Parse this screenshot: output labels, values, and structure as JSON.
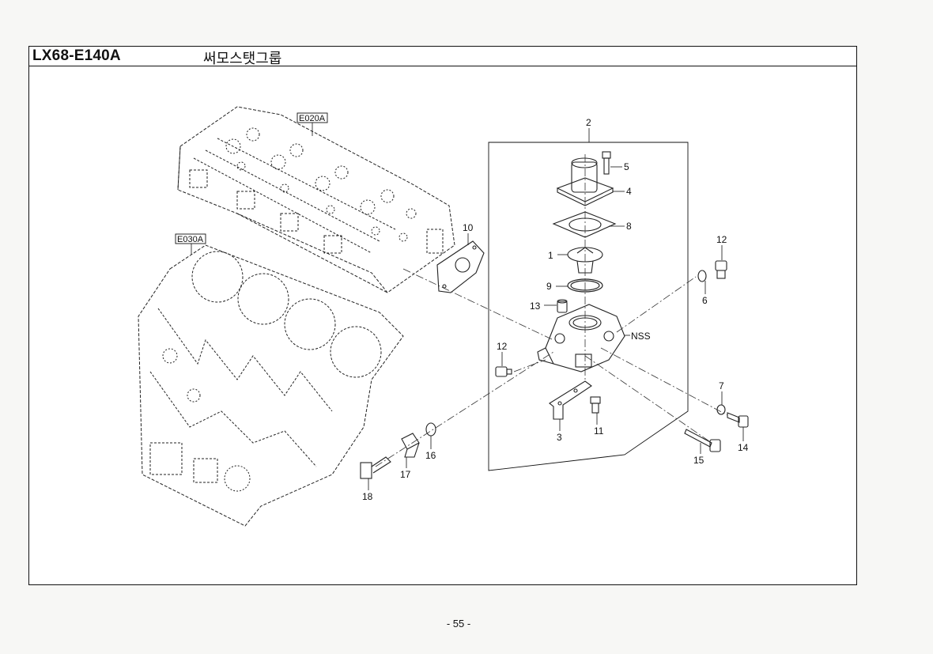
{
  "header": {
    "code": "LX68-E140A",
    "title": "써모스탯그룹"
  },
  "references": {
    "head_group": "E020A",
    "block_group": "E030A"
  },
  "note": "NSS",
  "callouts": {
    "c1": "1",
    "c2": "2",
    "c3": "3",
    "c4": "4",
    "c5": "5",
    "c6": "6",
    "c7": "7",
    "c8": "8",
    "c9": "9",
    "c10": "10",
    "c11": "11",
    "c12a": "12",
    "c12b": "12",
    "c13": "13",
    "c14": "14",
    "c15": "15",
    "c16": "16",
    "c17": "17",
    "c18": "18"
  },
  "footer": {
    "page": "- 55 -"
  }
}
